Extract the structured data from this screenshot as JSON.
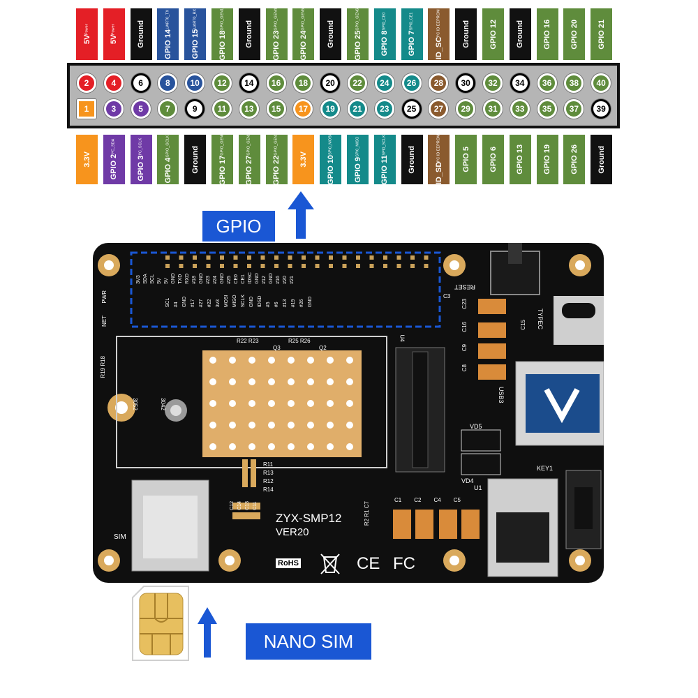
{
  "colors": {
    "red": "#e41f26",
    "black": "#111111",
    "blue": "#28539c",
    "green": "#5f8c3c",
    "orange": "#f7941d",
    "purple": "#6f3aa6",
    "teal": "#148a8a",
    "brown": "#8a5a2e",
    "white": "#ffffff",
    "callout": "#1a57d4",
    "board": "#0f0f0f",
    "gold": "#d9a95c"
  },
  "top_row": [
    {
      "pin": "2",
      "label": "5V",
      "sub": "Power",
      "color": "red"
    },
    {
      "pin": "4",
      "label": "5V",
      "sub": "Power",
      "color": "red"
    },
    {
      "pin": "6",
      "label": "Ground",
      "sub": "",
      "color": "black"
    },
    {
      "pin": "8",
      "label": "GPIO 14",
      "sub": "UART0_TX",
      "color": "blue"
    },
    {
      "pin": "10",
      "label": "GPIO 15",
      "sub": "UART0_RX",
      "color": "blue"
    },
    {
      "pin": "12",
      "label": "GPIO 18",
      "sub": "GPIO_GEN1",
      "color": "green"
    },
    {
      "pin": "14",
      "label": "Ground",
      "sub": "",
      "color": "black"
    },
    {
      "pin": "16",
      "label": "GPIO 23",
      "sub": "GPIO_GEN4",
      "color": "green"
    },
    {
      "pin": "18",
      "label": "GPIO 24",
      "sub": "GPIO_GEN5",
      "color": "green"
    },
    {
      "pin": "20",
      "label": "Ground",
      "sub": "",
      "color": "black"
    },
    {
      "pin": "22",
      "label": "GPIO 25",
      "sub": "GPIO_GEN6",
      "color": "green"
    },
    {
      "pin": "24",
      "label": "GPIO 8",
      "sub": "SPI0_CE0",
      "color": "teal"
    },
    {
      "pin": "26",
      "label": "GPIO 7",
      "sub": "SPI0_CE1",
      "color": "teal"
    },
    {
      "pin": "28",
      "label": "ID_SC",
      "sub": "I²C ID EEPROM",
      "color": "brown"
    },
    {
      "pin": "30",
      "label": "Ground",
      "sub": "",
      "color": "black"
    },
    {
      "pin": "32",
      "label": "GPIO 12",
      "sub": "",
      "color": "green"
    },
    {
      "pin": "34",
      "label": "Ground",
      "sub": "",
      "color": "black"
    },
    {
      "pin": "36",
      "label": "GPIO 16",
      "sub": "",
      "color": "green"
    },
    {
      "pin": "38",
      "label": "GPIO 20",
      "sub": "",
      "color": "green"
    },
    {
      "pin": "40",
      "label": "GPIO 21",
      "sub": "",
      "color": "green"
    }
  ],
  "bottom_row": [
    {
      "pin": "1",
      "label": "3.3V",
      "sub": "",
      "color": "orange"
    },
    {
      "pin": "3",
      "label": "GPIO 2",
      "sub": "I²C_SDA",
      "color": "purple"
    },
    {
      "pin": "5",
      "label": "GPIO 3",
      "sub": "I²C_SCLK",
      "color": "purple"
    },
    {
      "pin": "7",
      "label": "GPIO 4",
      "sub": "GPIO_GCLK",
      "color": "green"
    },
    {
      "pin": "9",
      "label": "Ground",
      "sub": "",
      "color": "black"
    },
    {
      "pin": "11",
      "label": "GPIO 17",
      "sub": "GPIO_GEN0",
      "color": "green"
    },
    {
      "pin": "13",
      "label": "GPIO 27",
      "sub": "GPIO_GEN2",
      "color": "green"
    },
    {
      "pin": "15",
      "label": "GPIO 22",
      "sub": "GPIO_GEN3",
      "color": "green"
    },
    {
      "pin": "17",
      "label": "3.3V",
      "sub": "",
      "color": "orange"
    },
    {
      "pin": "19",
      "label": "GPIO 10",
      "sub": "SPI0_MOSI",
      "color": "teal"
    },
    {
      "pin": "21",
      "label": "GPIO 9",
      "sub": "SPI0_MISO",
      "color": "teal"
    },
    {
      "pin": "23",
      "label": "GPIO 11",
      "sub": "SPI0_SCLK",
      "color": "teal"
    },
    {
      "pin": "25",
      "label": "Ground",
      "sub": "",
      "color": "black"
    },
    {
      "pin": "27",
      "label": "ID_SD",
      "sub": "I²C ID EEPROM",
      "color": "brown"
    },
    {
      "pin": "29",
      "label": "GPIO 5",
      "sub": "",
      "color": "green"
    },
    {
      "pin": "31",
      "label": "GPIO 6",
      "sub": "",
      "color": "green"
    },
    {
      "pin": "33",
      "label": "GPIO 13",
      "sub": "",
      "color": "green"
    },
    {
      "pin": "35",
      "label": "GPIO 19",
      "sub": "",
      "color": "green"
    },
    {
      "pin": "37",
      "label": "GPIO 26",
      "sub": "",
      "color": "green"
    },
    {
      "pin": "39",
      "label": "Ground",
      "sub": "",
      "color": "black"
    }
  ],
  "callouts": {
    "gpio": "GPIO",
    "nano_sim": "NANO SIM"
  },
  "board": {
    "model": "ZYX-SMP12",
    "version": "VER20",
    "rohs": "RoHS",
    "ce": "CE",
    "fc": "FC",
    "sim": "SIM",
    "reset": "RESET",
    "typec": "TYPEC",
    "usb3": "USB3",
    "key1": "KEY1",
    "u1": "U1",
    "vd5": "VD5",
    "vd4": "VD4",
    "pwr": "PWR",
    "net": "NET",
    "u4": "U4",
    "hole_3052": "3052",
    "hole_3042": "3042",
    "r_left": "R19 R18",
    "r_top": "R22 R23",
    "r_mid": "R25 R26",
    "q3": "Q3",
    "q2": "Q2",
    "r_list": [
      "R11",
      "R13",
      "R12",
      "R14"
    ],
    "caps_left": [
      "C12",
      "C14",
      "C13",
      "C11"
    ],
    "caps_bottom": [
      "C1",
      "C2",
      "C4",
      "C5"
    ],
    "caps_right": [
      "C23",
      "C16",
      "C9",
      "C8"
    ],
    "c3": "C3",
    "c15": "C15",
    "r_small": "R2 R1 C7",
    "silk_top": [
      "3V3",
      "SDA",
      "SCL",
      "5V",
      "5V",
      "GND",
      "TXD",
      "RXD",
      "#18",
      "GND",
      "#23",
      "#24",
      "GND",
      "#25",
      "CE0",
      "CE1",
      "IDSC",
      "GND",
      "#12",
      "GND",
      "#16",
      "#20",
      "#21"
    ],
    "silk_bottom": [
      "SCL",
      "#4",
      "GND",
      "#17",
      "#27",
      "#22",
      "3v3",
      "MOSI",
      "MISO",
      "SCLK",
      "GND",
      "IDSD",
      "#5",
      "#6",
      "#13",
      "#19",
      "#26",
      "GND"
    ]
  }
}
